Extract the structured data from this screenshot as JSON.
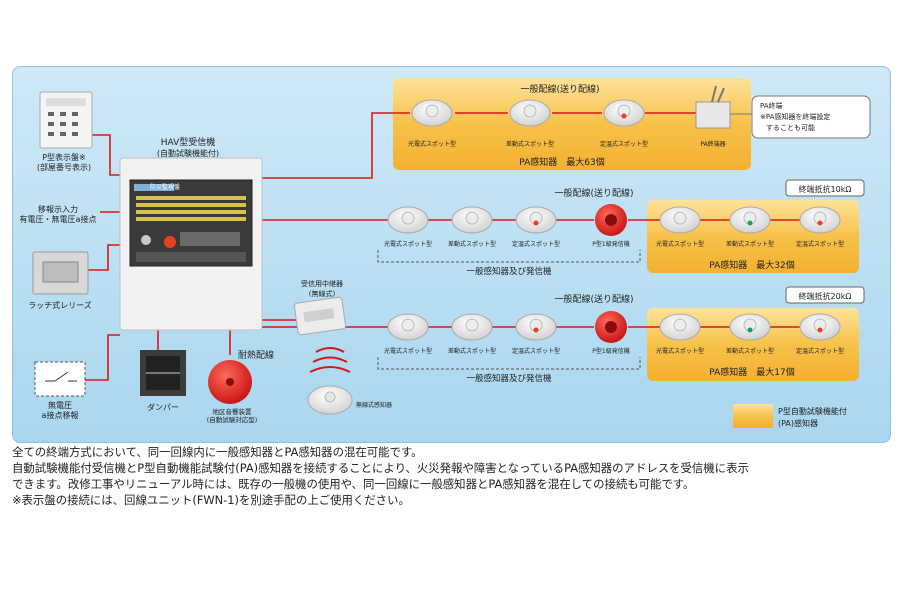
{
  "colors": {
    "wire": "#d81818",
    "gold": "#f3b838",
    "goldLight": "#fde6a1",
    "panel": "#b7ddf2"
  },
  "receiver": {
    "title": "HAV型受信機",
    "subtitle": "(自動試験機能付)",
    "screen_title": "防災監視盤"
  },
  "left": {
    "p_display": "P型表示盤※",
    "p_display_sub": "(部屋番号表示)",
    "transfer_1": "移報示入力",
    "transfer_2": "有電圧・無電圧a接点",
    "latch_relay": "ラッチ式レリーズ",
    "no_voltage_1": "無電圧",
    "no_voltage_2": "a接点移報",
    "damper": "ダンパー",
    "bell_1": "地区音響装置",
    "bell_2": "(自動試験対応型)",
    "fireproof": "耐熱配線",
    "relay_1": "受信用中継器",
    "relay_2": "(無線式)",
    "wireless_detector": "無線式感知器"
  },
  "line1": {
    "header": "一般配線(送り配線)",
    "detectors": [
      "光電式スポット型",
      "差動式スポット型",
      "定温式スポット型",
      "PA終端器"
    ],
    "pa_label": "PA感知器　最大63個",
    "note_1": "PA終端",
    "note_2": "※PA感知器を終端設定",
    "note_3": "することも可能"
  },
  "line2": {
    "header": "一般配線(送り配線)",
    "general": [
      "光電式スポット型",
      "差動式スポット型",
      "定温式スポット型",
      "P型1級発信機"
    ],
    "general_label": "一般感知器及び発信機",
    "pa": [
      "光電式スポット型",
      "差動式スポット型",
      "定温式スポット型"
    ],
    "pa_label": "PA感知器　最大32個",
    "terminal": "終端抵抗10kΩ"
  },
  "line3": {
    "header": "一般配線(送り配線)",
    "general": [
      "光電式スポット型",
      "差動式スポット型",
      "定温式スポット型",
      "P型1級発信機"
    ],
    "general_label": "一般感知器及び発信機",
    "pa": [
      "光電式スポット型",
      "差動式スポット型",
      "定温式スポット型"
    ],
    "pa_label": "PA感知器　最大17個",
    "terminal": "終端抵抗20kΩ"
  },
  "legend": {
    "line_1": "P型自動試験機能付",
    "line_2": "(PA)感知器"
  },
  "notes": [
    "全ての終端方式において、同一回線内に一般感知器とPA感知器の混在可能です。",
    "自動試験機能付受信機とP型自動機能試験付(PA)感知器を接続することにより、火災発報や障害となっているPA感知器のアドレスを受信機に表示",
    "できます。改修工事やリニューアル時には、既存の一般機の使用や、同一回線に一般感知器とPA感知器を混在しての接続も可能です。",
    "※表示盤の接続には、回線ユニット(FWN-1)を別途手配の上ご使用ください。"
  ]
}
